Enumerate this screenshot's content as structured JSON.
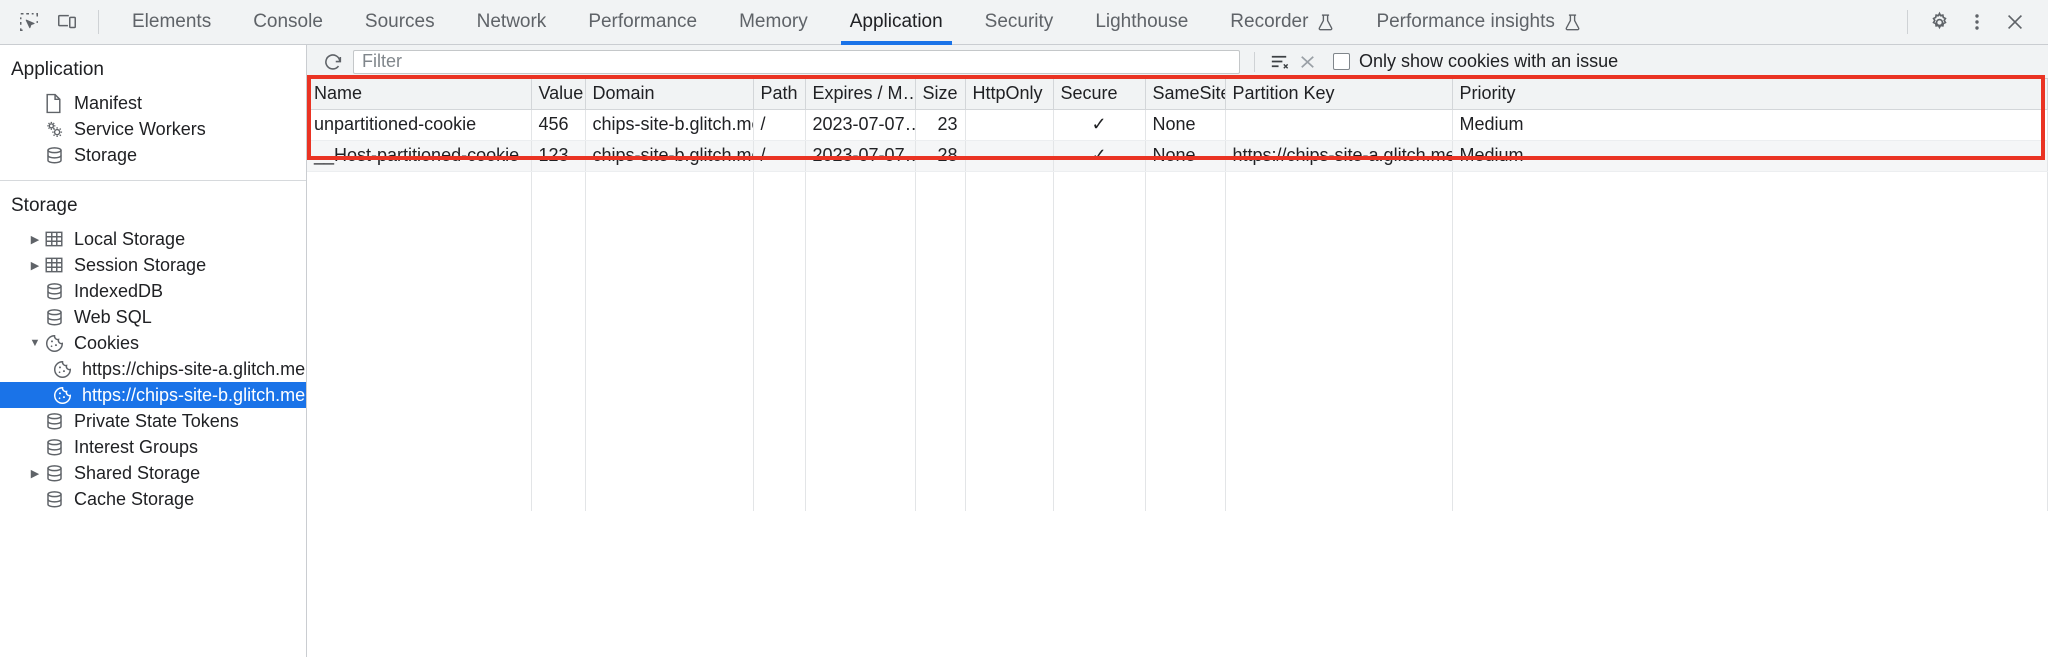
{
  "toolbar": {
    "inspect_icon": "inspect-element-icon",
    "device_icon": "device-toolbar-icon",
    "tabs": [
      {
        "label": "Elements",
        "active": false,
        "experimental": false
      },
      {
        "label": "Console",
        "active": false,
        "experimental": false
      },
      {
        "label": "Sources",
        "active": false,
        "experimental": false
      },
      {
        "label": "Network",
        "active": false,
        "experimental": false
      },
      {
        "label": "Performance",
        "active": false,
        "experimental": false
      },
      {
        "label": "Memory",
        "active": false,
        "experimental": false
      },
      {
        "label": "Application",
        "active": true,
        "experimental": false
      },
      {
        "label": "Security",
        "active": false,
        "experimental": false
      },
      {
        "label": "Lighthouse",
        "active": false,
        "experimental": false
      },
      {
        "label": "Recorder",
        "active": false,
        "experimental": true
      },
      {
        "label": "Performance insights",
        "active": false,
        "experimental": true
      }
    ],
    "settings_icon": "gear-icon",
    "more_icon": "more-options-icon",
    "close_icon": "close-icon",
    "accent_color": "#1a73e8"
  },
  "sidebar": {
    "sections": [
      {
        "title": "Application",
        "items": [
          {
            "label": "Manifest",
            "icon": "manifest-document-icon",
            "twisty": "none",
            "selected": false,
            "indent": 1
          },
          {
            "label": "Service Workers",
            "icon": "service-workers-gears-icon",
            "twisty": "none",
            "selected": false,
            "indent": 1
          },
          {
            "label": "Storage",
            "icon": "database-icon",
            "twisty": "none",
            "selected": false,
            "indent": 1
          }
        ]
      },
      {
        "title": "Storage",
        "items": [
          {
            "label": "Local Storage",
            "icon": "table-grid-icon",
            "twisty": "collapsed",
            "selected": false,
            "indent": 1
          },
          {
            "label": "Session Storage",
            "icon": "table-grid-icon",
            "twisty": "collapsed",
            "selected": false,
            "indent": 1
          },
          {
            "label": "IndexedDB",
            "icon": "database-icon",
            "twisty": "none",
            "selected": false,
            "indent": 1
          },
          {
            "label": "Web SQL",
            "icon": "database-icon",
            "twisty": "none",
            "selected": false,
            "indent": 1
          },
          {
            "label": "Cookies",
            "icon": "cookie-icon",
            "twisty": "expanded",
            "selected": false,
            "indent": 1
          },
          {
            "label": "https://chips-site-a.glitch.me",
            "icon": "cookie-icon",
            "twisty": "none",
            "selected": false,
            "indent": 2
          },
          {
            "label": "https://chips-site-b.glitch.me",
            "icon": "cookie-icon",
            "twisty": "none",
            "selected": true,
            "indent": 2
          },
          {
            "label": "Private State Tokens",
            "icon": "database-icon",
            "twisty": "none",
            "selected": false,
            "indent": 1
          },
          {
            "label": "Interest Groups",
            "icon": "database-icon",
            "twisty": "none",
            "selected": false,
            "indent": 1
          },
          {
            "label": "Shared Storage",
            "icon": "database-icon",
            "twisty": "collapsed",
            "selected": false,
            "indent": 1
          },
          {
            "label": "Cache Storage",
            "icon": "database-icon",
            "twisty": "none",
            "selected": false,
            "indent": 1
          }
        ]
      }
    ],
    "selected_background": "#1a73e8"
  },
  "filterbar": {
    "refresh_icon": "refresh-icon",
    "filter_placeholder": "Filter",
    "filter_value": "",
    "clear_filters_icon": "clear-filters-icon",
    "clear_icon": "clear-all-icon",
    "issue_checkbox_label": "Only show cookies with an issue",
    "issue_checkbox_checked": false
  },
  "cookies_table": {
    "columns": [
      "Name",
      "Value",
      "Domain",
      "Path",
      "Expires / M…",
      "Size",
      "HttpOnly",
      "Secure",
      "SameSite",
      "Partition Key",
      "Priority"
    ],
    "rows": [
      {
        "name": "unpartitioned-cookie",
        "value": "456",
        "domain": "chips-site-b.glitch.me",
        "path": "/",
        "expires": "2023-07-07…",
        "size": "23",
        "httponly": "",
        "secure": "✓",
        "samesite": "None",
        "partition_key": "",
        "priority": "Medium"
      },
      {
        "name": "__Host-partitioned-cookie",
        "value": "123",
        "domain": "chips-site-b.glitch.me",
        "path": "/",
        "expires": "2023-07-07…",
        "size": "28",
        "httponly": "",
        "secure": "✓",
        "samesite": "None",
        "partition_key": "https://chips-site-a.glitch.me",
        "priority": "Medium"
      }
    ]
  },
  "annotation": {
    "highlight_color": "#ea3323",
    "target": "cookies-table-highlight"
  }
}
